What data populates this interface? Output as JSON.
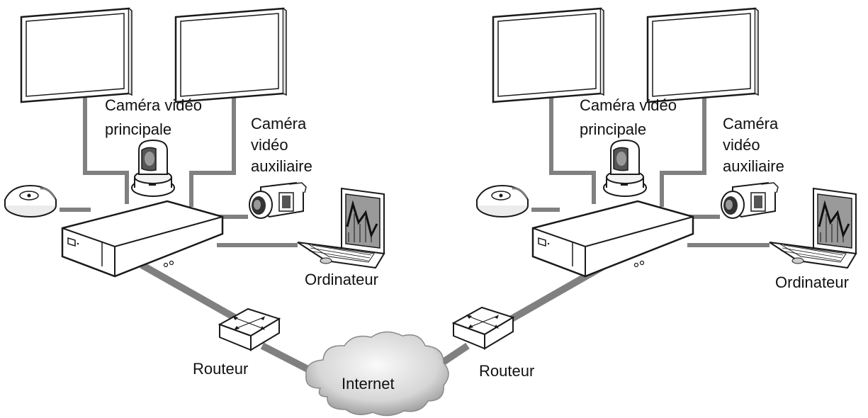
{
  "labels": {
    "main_camera_line1": "Caméra vidéo",
    "main_camera_line2": "principale",
    "aux_camera_line1": "Caméra",
    "aux_camera_line2": "vidéo",
    "aux_camera_line3": "auxiliaire",
    "computer": "Ordinateur",
    "router": "Routeur",
    "internet": "Internet"
  },
  "colors": {
    "cable": "#808080",
    "outline": "#1a1a1a",
    "screen_fill": "#ffffff",
    "device_body": "#ffffff",
    "cloud_light": "#f4f4f4",
    "cloud_dark": "#a8a8a8"
  },
  "icons": [
    "display-icon",
    "camera-icon",
    "camcorder-icon",
    "microphone-icon",
    "laptop-icon",
    "codec-unit-icon",
    "router-icon",
    "cloud-icon"
  ]
}
